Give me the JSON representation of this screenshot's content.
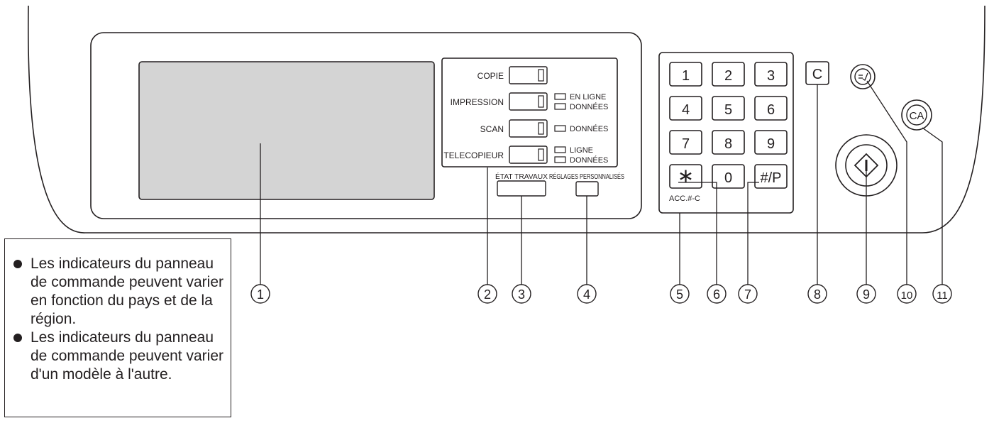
{
  "screen": {
    "label": ""
  },
  "mode_keys": [
    {
      "label": "COPIE",
      "indicators": []
    },
    {
      "label": "IMPRESSION",
      "indicators": [
        "EN LIGNE",
        "DONNÉES"
      ]
    },
    {
      "label": "SCAN",
      "indicators": [
        "DONNÉES"
      ]
    },
    {
      "label": "TELECOPIEUR",
      "indicators": [
        "LIGNE",
        "DONNÉES"
      ]
    }
  ],
  "job_status": {
    "label": "ÉTAT TRAVAUX"
  },
  "custom_settings": {
    "label": "RÉGLAGES PERSONNALISÉS"
  },
  "keypad": {
    "keys": [
      "1",
      "2",
      "3",
      "4",
      "5",
      "6",
      "7",
      "8",
      "9",
      "∗",
      "0",
      "#/P"
    ],
    "acc_label": "ACC.#-C"
  },
  "clear_key": {
    "label": "C"
  },
  "start_key": {
    "icon": "start-diamond-icon"
  },
  "interrupt_key": {
    "icon": "interrupt-icon"
  },
  "clear_all_key": {
    "label": "CA"
  },
  "callouts": [
    "1",
    "2",
    "3",
    "4",
    "5",
    "6",
    "7",
    "8",
    "9",
    "10",
    "11"
  ],
  "notes": [
    "Les indicateurs du panneau de commande peuvent varier en fonction du pays et de la région.",
    "Les indicateurs du panneau de commande peuvent varier d'un modèle à l'autre."
  ]
}
